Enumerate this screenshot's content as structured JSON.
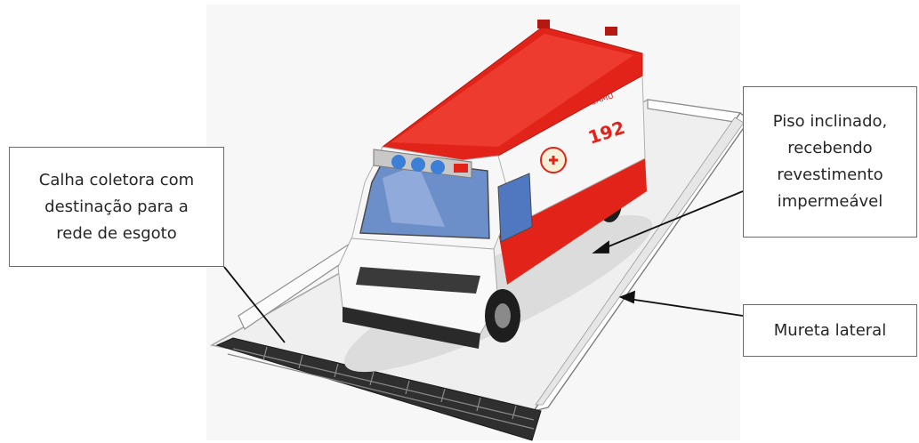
{
  "callouts": {
    "gutter": {
      "lines": [
        "Calha coletora com",
        "destinação para a",
        "rede de esgoto"
      ]
    },
    "floor": {
      "lines": [
        "Piso inclinado,",
        "recebendo",
        "revestimento",
        "impermeável"
      ]
    },
    "wall": {
      "lines": [
        "Mureta lateral"
      ]
    }
  },
  "vehicle": {
    "text_service": "SAMU",
    "text_number": "192",
    "colors": {
      "body_red": "#e2231a",
      "body_white": "#f7f7f7",
      "glass_blue": "#6d8fc9",
      "light_blue": "#3c7fd6"
    }
  },
  "colors": {
    "platform_fill": "#f4f4f4",
    "platform_edge": "#9a9a9a",
    "grate": "#3a3a3a",
    "callout_border": "#6b6b6b"
  }
}
